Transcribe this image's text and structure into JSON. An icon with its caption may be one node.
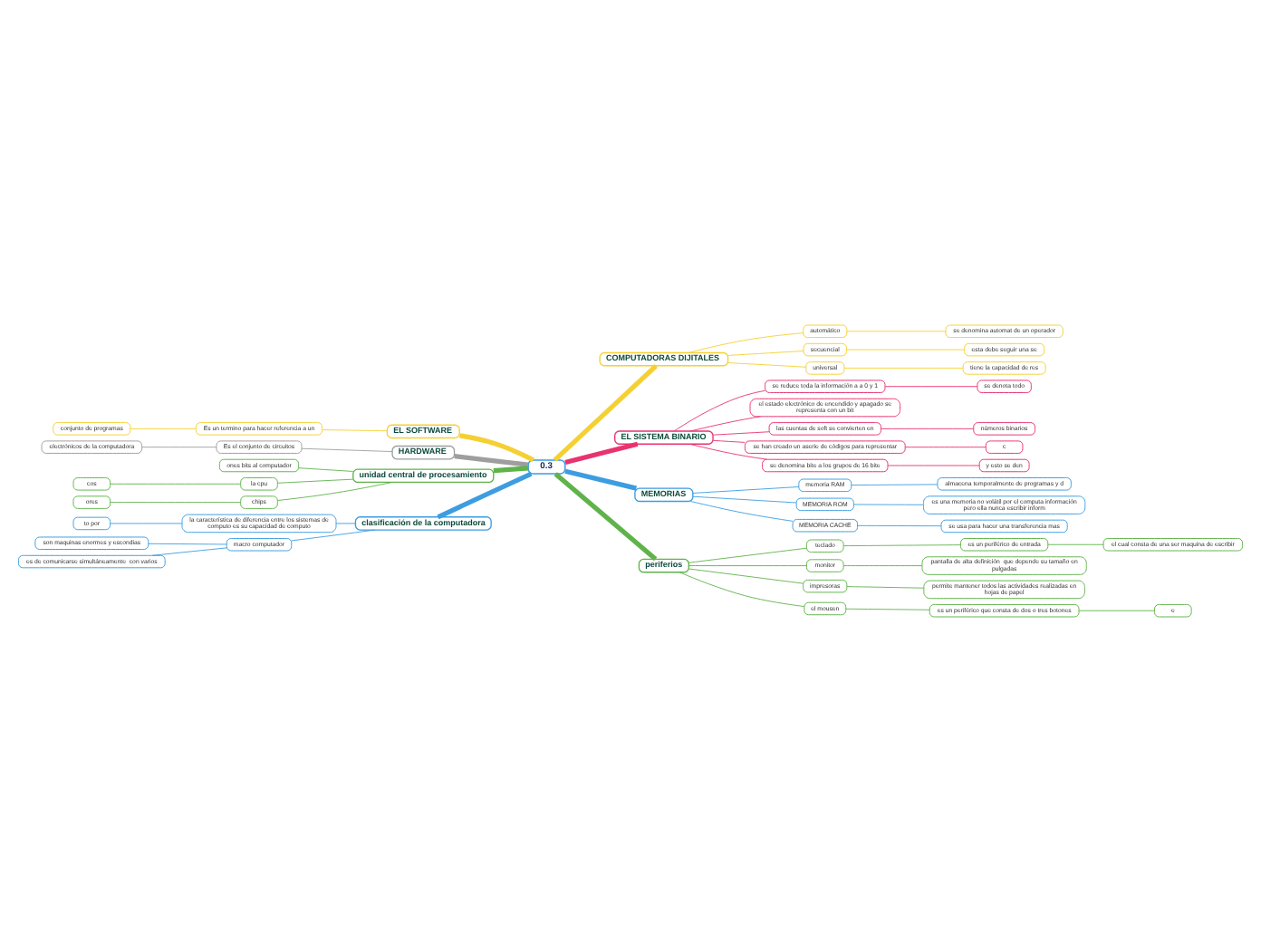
{
  "diagram": {
    "nodes": [
      {
        "text": [
          "0.3"
        ]
      },
      {
        "text": [
          "EL SOFTWARE"
        ]
      },
      {
        "text": [
          "Es un termino para hacer referencia a un"
        ]
      },
      {
        "text": [
          "conjunto de programas"
        ]
      },
      {
        "text": [
          "HARDWARE"
        ]
      },
      {
        "text": [
          "Es el conjunto de circuitos"
        ]
      },
      {
        "text": [
          "electrónicos de la computadora"
        ]
      },
      {
        "text": [
          "unidad central de procesamiento"
        ]
      },
      {
        "text": [
          "ones bits al computador"
        ]
      },
      {
        "text": [
          "la cpu"
        ]
      },
      {
        "text": [
          "cos"
        ]
      },
      {
        "text": [
          "chips"
        ]
      },
      {
        "text": [
          "ores"
        ]
      },
      {
        "text": [
          "clasificación de la computadora"
        ]
      },
      {
        "text": [
          "la característica de diferencia entre los sistemas de computo es su capacidad de computo"
        ]
      },
      {
        "text": [
          "to por"
        ]
      },
      {
        "text": [
          "macro computador"
        ]
      },
      {
        "text": [
          "son maquinas enormes y escondias"
        ]
      },
      {
        "text": [
          "es de comunicarse simultáneamente  con varios"
        ]
      },
      {
        "text": [
          "COMPUTADORAS DIJITALES"
        ]
      },
      {
        "text": [
          "automático"
        ]
      },
      {
        "text": [
          "se denomina automat de un operador"
        ]
      },
      {
        "text": [
          "secuencial"
        ]
      },
      {
        "text": [
          "esta debe seguir una se"
        ]
      },
      {
        "text": [
          "universal"
        ]
      },
      {
        "text": [
          "tiene la capacidad de res"
        ]
      },
      {
        "text": [
          "EL SISTEMA BINARIO"
        ]
      },
      {
        "text": [
          "se reduce toda la información a a 0 y 1"
        ]
      },
      {
        "text": [
          "se denota todo"
        ]
      },
      {
        "text": [
          "el estado electrónico de encendido y apagado se representa con un bit"
        ]
      },
      {
        "text": [
          "las cuentas de soft se convierten en"
        ]
      },
      {
        "text": [
          "números binarios"
        ]
      },
      {
        "text": [
          "se han creado un aserie de códigos para representar"
        ]
      },
      {
        "text": [
          "c"
        ]
      },
      {
        "text": [
          "se denomina bite a los grupos de 16 bite"
        ]
      },
      {
        "text": [
          "y esto se den"
        ]
      },
      {
        "text": [
          "MEMORIAS"
        ]
      },
      {
        "text": [
          "memoria RAM"
        ]
      },
      {
        "text": [
          "almacena temporalmente de programas y d"
        ]
      },
      {
        "text": [
          "MEMORIA ROM"
        ]
      },
      {
        "text": [
          "es una memoria no volátil por el computa información pero ella nunca escribir inform"
        ]
      },
      {
        "text": [
          "MEMORIA CACHE"
        ]
      },
      {
        "text": [
          "se usa para hacer una transferencia mas"
        ]
      },
      {
        "text": [
          "periferios"
        ]
      },
      {
        "text": [
          "teclado"
        ]
      },
      {
        "text": [
          "es un periférico de entrada"
        ]
      },
      {
        "text": [
          "el cual consta de una ser maquina de escribir"
        ]
      },
      {
        "text": [
          "monitor"
        ]
      },
      {
        "text": [
          "pantalla de alta definición  que depende su tamaño en pulgadas"
        ]
      },
      {
        "text": [
          "impresoras"
        ]
      },
      {
        "text": [
          "permite mantener todos las actividades realizadas en hojas de papel"
        ]
      },
      {
        "text": [
          "el mousen"
        ]
      },
      {
        "text": [
          "es un periférico que consta de dos o tres botones"
        ]
      },
      {
        "text": [
          "e"
        ]
      }
    ],
    "edges": [
      {
        "from": 0,
        "to": 1,
        "arrow": "none",
        "style": "thick",
        "color": "#f5d033"
      },
      {
        "from": 1,
        "to": 2,
        "arrow": "none",
        "color": "#f5d033"
      },
      {
        "from": 2,
        "to": 3,
        "arrow": "none",
        "color": "#f5d033"
      },
      {
        "from": 0,
        "to": 4,
        "arrow": "none",
        "style": "thick",
        "color": "#9e9e9e"
      },
      {
        "from": 4,
        "to": 5,
        "arrow": "none",
        "color": "#9e9e9e"
      },
      {
        "from": 5,
        "to": 6,
        "arrow": "none",
        "color": "#9e9e9e"
      },
      {
        "from": 0,
        "to": 7,
        "arrow": "none",
        "style": "thick",
        "color": "#5fb34a"
      },
      {
        "from": 7,
        "to": 8,
        "arrow": "none",
        "color": "#5fb34a"
      },
      {
        "from": 7,
        "to": 9,
        "arrow": "none",
        "color": "#5fb34a"
      },
      {
        "from": 9,
        "to": 10,
        "arrow": "none",
        "color": "#5fb34a"
      },
      {
        "from": 7,
        "to": 11,
        "arrow": "none",
        "color": "#5fb34a"
      },
      {
        "from": 11,
        "to": 12,
        "arrow": "none",
        "color": "#5fb34a"
      },
      {
        "from": 0,
        "to": 13,
        "arrow": "none",
        "style": "thick",
        "color": "#3d9de0"
      },
      {
        "from": 13,
        "to": 14,
        "arrow": "none",
        "color": "#3d9de0"
      },
      {
        "from": 14,
        "to": 15,
        "arrow": "none",
        "color": "#3d9de0"
      },
      {
        "from": 13,
        "to": 16,
        "arrow": "none",
        "color": "#3d9de0"
      },
      {
        "from": 16,
        "to": 17,
        "arrow": "none",
        "color": "#3d9de0"
      },
      {
        "from": 16,
        "to": 18,
        "arrow": "none",
        "color": "#3d9de0"
      },
      {
        "from": 0,
        "to": 19,
        "arrow": "none",
        "style": "thick",
        "color": "#f5d033"
      },
      {
        "from": 19,
        "to": 20,
        "arrow": "none",
        "color": "#f5d033"
      },
      {
        "from": 20,
        "to": 21,
        "arrow": "none",
        "color": "#f5d033"
      },
      {
        "from": 19,
        "to": 22,
        "arrow": "none",
        "color": "#f5d033"
      },
      {
        "from": 22,
        "to": 23,
        "arrow": "none",
        "color": "#f5d033"
      },
      {
        "from": 19,
        "to": 24,
        "arrow": "none",
        "color": "#f5d033"
      },
      {
        "from": 24,
        "to": 25,
        "arrow": "none",
        "color": "#f5d033"
      },
      {
        "from": 0,
        "to": 26,
        "arrow": "none",
        "style": "thick",
        "color": "#e8336e"
      },
      {
        "from": 26,
        "to": 27,
        "arrow": "none",
        "color": "#e8336e"
      },
      {
        "from": 27,
        "to": 28,
        "arrow": "none",
        "color": "#e8336e"
      },
      {
        "from": 26,
        "to": 29,
        "arrow": "none",
        "color": "#e8336e"
      },
      {
        "from": 26,
        "to": 30,
        "arrow": "none",
        "color": "#e8336e"
      },
      {
        "from": 30,
        "to": 31,
        "arrow": "none",
        "color": "#e8336e"
      },
      {
        "from": 26,
        "to": 32,
        "arrow": "none",
        "color": "#e8336e"
      },
      {
        "from": 32,
        "to": 33,
        "arrow": "none",
        "color": "#e8336e"
      },
      {
        "from": 26,
        "to": 34,
        "arrow": "none",
        "color": "#e8336e"
      },
      {
        "from": 34,
        "to": 35,
        "arrow": "none",
        "color": "#e8336e"
      },
      {
        "from": 0,
        "to": 36,
        "arrow": "none",
        "style": "thick",
        "color": "#3d9de0"
      },
      {
        "from": 36,
        "to": 37,
        "arrow": "none",
        "color": "#3d9de0"
      },
      {
        "from": 37,
        "to": 38,
        "arrow": "none",
        "color": "#3d9de0"
      },
      {
        "from": 36,
        "to": 39,
        "arrow": "none",
        "color": "#3d9de0"
      },
      {
        "from": 39,
        "to": 40,
        "arrow": "none",
        "color": "#3d9de0"
      },
      {
        "from": 36,
        "to": 41,
        "arrow": "none",
        "color": "#3d9de0"
      },
      {
        "from": 41,
        "to": 42,
        "arrow": "none",
        "color": "#3d9de0"
      },
      {
        "from": 0,
        "to": 43,
        "arrow": "none",
        "style": "thick",
        "color": "#5fb34a"
      },
      {
        "from": 43,
        "to": 44,
        "arrow": "none",
        "color": "#5fb34a"
      },
      {
        "from": 44,
        "to": 45,
        "arrow": "none",
        "color": "#5fb34a"
      },
      {
        "from": 45,
        "to": 46,
        "arrow": "none",
        "color": "#5fb34a"
      },
      {
        "from": 43,
        "to": 47,
        "arrow": "none",
        "color": "#5fb34a"
      },
      {
        "from": 47,
        "to": 48,
        "arrow": "none",
        "color": "#5fb34a"
      },
      {
        "from": 43,
        "to": 49,
        "arrow": "none",
        "color": "#5fb34a"
      },
      {
        "from": 49,
        "to": 50,
        "arrow": "none",
        "color": "#5fb34a"
      },
      {
        "from": 43,
        "to": 51,
        "arrow": "none",
        "color": "#5fb34a"
      },
      {
        "from": 51,
        "to": 52,
        "arrow": "none",
        "color": "#5fb34a"
      },
      {
        "from": 52,
        "to": 53,
        "arrow": "none",
        "color": "#5fb34a"
      }
    ]
  }
}
